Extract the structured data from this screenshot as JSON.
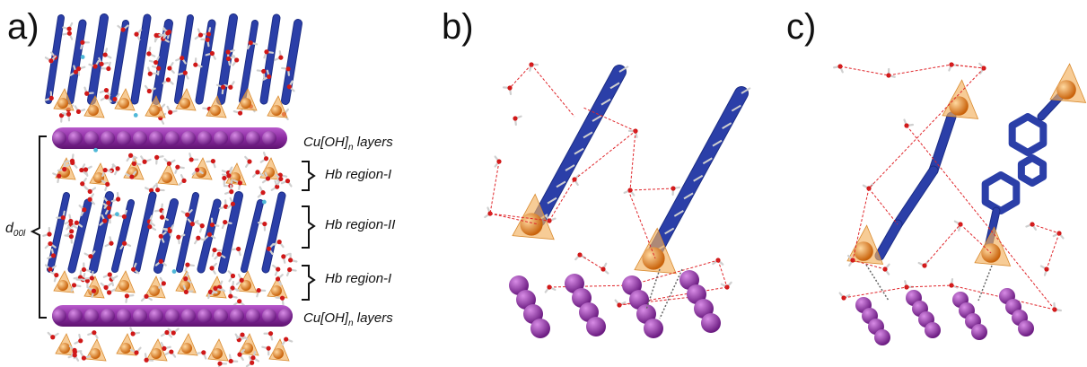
{
  "figure": {
    "panels": [
      {
        "label": "a)"
      },
      {
        "label": "b)"
      },
      {
        "label": "c)"
      }
    ],
    "annotations": {
      "top_layer": {
        "main": "Cu[OH]",
        "sub": "n",
        "tail": " layers"
      },
      "hb_region_1_top": "Hb region-I",
      "hb_region_2": "Hb region-II",
      "hb_region_1_bottom": "Hb region-I",
      "bottom_layer": {
        "main": "Cu[OH]",
        "sub": "n",
        "tail": " layers"
      },
      "spacing": {
        "main": "d",
        "sub": "00l"
      }
    },
    "colors": {
      "linker": "#2b3fa8",
      "copper": "#e8890c",
      "tetrahedron": "#f2b15e",
      "layer": "#8a2aa0",
      "oxygen": "#d01818",
      "hydrogen": "#cfcfcf",
      "hbond": "#e0252a",
      "water_ion": "#4fb8d8"
    }
  }
}
